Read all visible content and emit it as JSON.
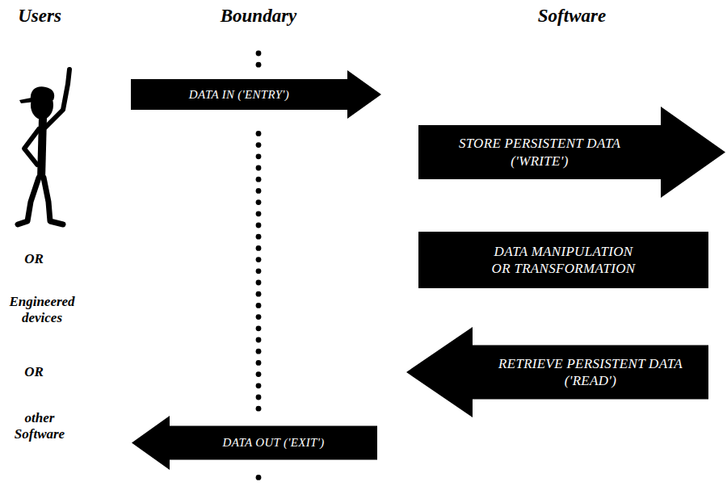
{
  "diagram": {
    "nodes": [
      {
        "text": [
          "DATA IN ('ENTRY')"
        ]
      },
      {
        "text": [
          "STORE PERSISTENT DATA ('WRITE')"
        ]
      },
      {
        "text": [
          "DATA MANIPULATION OR TRANSFORMATION"
        ]
      },
      {
        "text": [
          "RETRIEVE PERSISTENT DATA ('READ')"
        ]
      },
      {
        "text": [
          "DATA OUT ('EXIT')"
        ]
      }
    ],
    "labels": [
      "Users",
      "Boundary",
      "Software",
      "OR",
      "Engineered devices",
      "OR",
      "other Software"
    ]
  }
}
